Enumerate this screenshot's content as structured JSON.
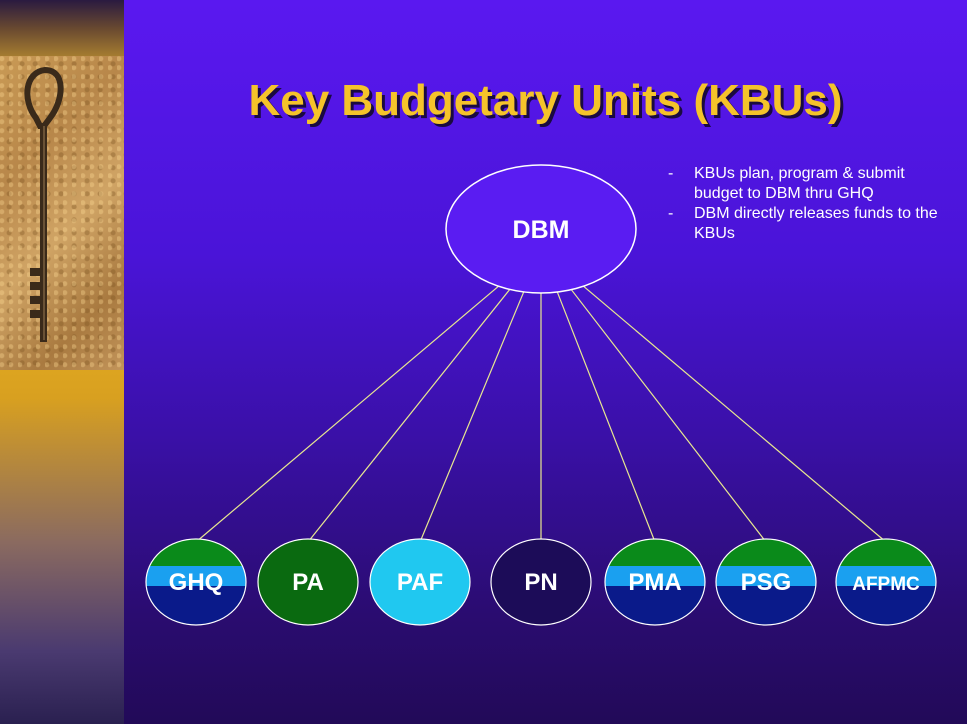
{
  "title": "Key Budgetary Units (KBUs)",
  "bullets": [
    "KBUs plan, program & submit budget to DBM thru GHQ",
    "DBM directly releases funds to the KBUs"
  ],
  "bullet_marker": "-",
  "root": {
    "id": "dbm",
    "label": "DBM"
  },
  "children": [
    {
      "id": "ghq",
      "label": "GHQ",
      "style": "striped"
    },
    {
      "id": "pa",
      "label": "PA",
      "style": "dark-green"
    },
    {
      "id": "paf",
      "label": "PAF",
      "style": "sky"
    },
    {
      "id": "pn",
      "label": "PN",
      "style": "navy"
    },
    {
      "id": "pma",
      "label": "PMA",
      "style": "striped"
    },
    {
      "id": "psg",
      "label": "PSG",
      "style": "striped"
    },
    {
      "id": "afpmc",
      "label": "AFPMC",
      "style": "striped"
    }
  ],
  "colors": {
    "title": "#f5c32a",
    "connector": "#e8e890",
    "node_outline": "#ffffff",
    "stripe_green": "#0a8a1a",
    "stripe_cyan": "#1aa0f0",
    "stripe_navy": "#0a1a8a",
    "dark_green": "#0a6a10",
    "sky": "#20c8f0",
    "navy": "#1c0c58"
  }
}
